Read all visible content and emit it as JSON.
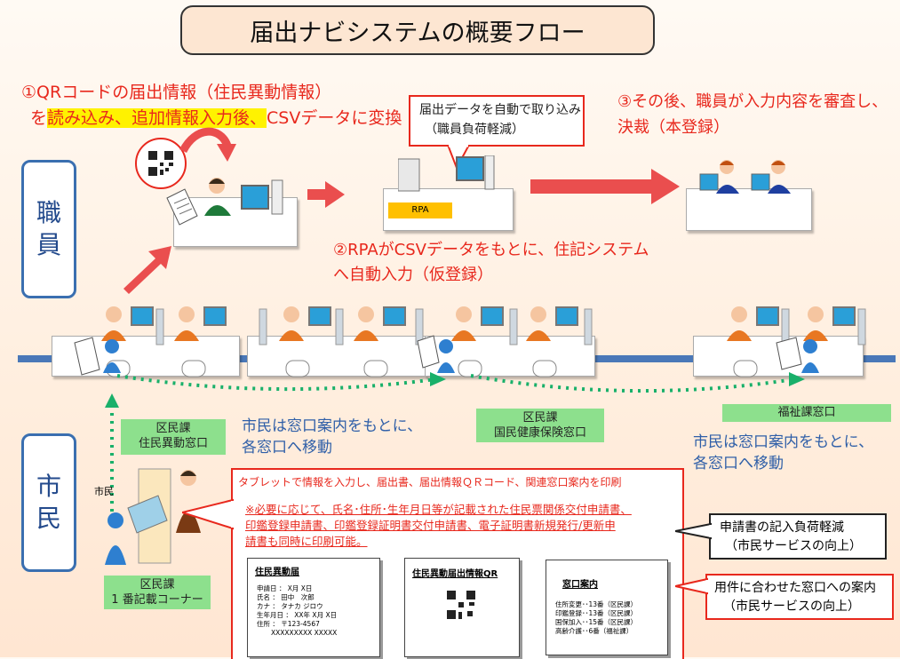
{
  "title": "届出ナビシステムの概要フロー",
  "staff_label": [
    "職",
    "員"
  ],
  "citizen_label": [
    "市",
    "民"
  ],
  "step1": {
    "line1": "①QRコードの届出情報（住民異動情報）",
    "pre": "を",
    "hl1": "読み込み、追加情報入力後、",
    "post": "CSVデータに変換"
  },
  "rpa_callout": {
    "line1": "届出データを自動で取り込み",
    "line2": "（職員負荷軽減）"
  },
  "rpa_tag": "RPA",
  "step2": {
    "line1": "②RPAがCSVデータをもとに、住記システム",
    "line2": "へ自動入力（仮登録）"
  },
  "step3": {
    "line1": "③その後、職員が入力内容を審査し、",
    "line2": "決裁（本登録）"
  },
  "windows": {
    "w1": {
      "line1": "区民課",
      "line2": "住民異動窓口"
    },
    "w2": {
      "line1": "区民課",
      "line2": "国民健康保険窓口"
    },
    "w3": "福祉課窓口",
    "w4": {
      "line1": "区民課",
      "line2": "1 番記載コーナー"
    }
  },
  "move_text1": {
    "line1": "市民は窓口案内をもとに、",
    "line2": "各窓口へ移動"
  },
  "move_text2": {
    "line1": "市民は窓口案内をもとに、",
    "line2": "各窓口へ移動"
  },
  "citizen_small": "市民",
  "tablet_box": {
    "line1": "タブレットで情報を入力し、届出書、届出情報ＱＲコード、関連窓口案内を印刷",
    "note1": "※必要に応じて、氏名･住所･生年月日等が記載された住民票関係交付申請書、",
    "note2": "印鑑登録申請書、印鑑登録証明書交付申請書、電子証明書新規発行/更新申",
    "note3": "請書も同時に印刷可能。"
  },
  "benefit1": {
    "line1": "申請書の記入負荷軽減",
    "line2": "（市民サービスの向上）"
  },
  "benefit2": {
    "line1": "用件に合わせた窓口への案内",
    "line2": "（市民サービスの向上）"
  },
  "doc1": {
    "title": "住民異動届",
    "rows": [
      "申請日 ： X月 X日",
      "氏名 ： 田中　次郎",
      "カナ ： タナカ ジロウ",
      "生年月日 ： XX年 X月 X日",
      "住所 ： 〒123-4567",
      "XXXXXXXXX XXXXX"
    ]
  },
  "doc2": {
    "title": "住民異動届出情報QR"
  },
  "doc3": {
    "title": "窓口案内",
    "rows": [
      "住所変更･･13番（区民課）",
      "印鑑登録･･13番（区民課）",
      "国保加入･･15番（区民課）",
      "高齢介護･･6番（福祉課）"
    ]
  },
  "colors": {
    "accent_red": "#e8281d",
    "staff_blue": "#3a6fb0",
    "window_green": "#8de08d",
    "path_green": "#19b06a",
    "counter_line": "#4a78b8"
  }
}
